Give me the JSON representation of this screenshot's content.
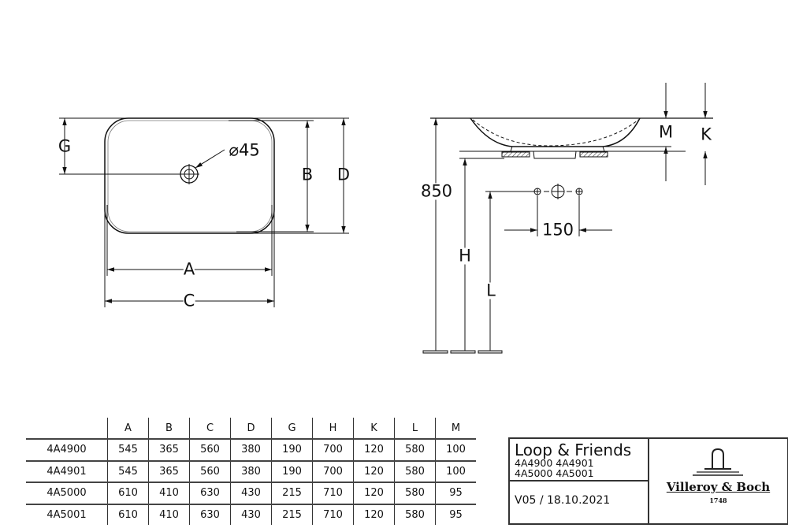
{
  "drawing": {
    "labels": {
      "G": "G",
      "B": "B",
      "D": "D",
      "A": "A",
      "C": "C",
      "diameter": "⌀45",
      "h850": "850",
      "H": "H",
      "L": "L",
      "d150": "150",
      "M": "M",
      "K": "K"
    }
  },
  "table": {
    "headers": [
      "",
      "A",
      "B",
      "C",
      "D",
      "G",
      "H",
      "K",
      "L",
      "M"
    ],
    "rows": [
      [
        "4A4900",
        "545",
        "365",
        "560",
        "380",
        "190",
        "700",
        "120",
        "580",
        "100"
      ],
      [
        "4A4901",
        "545",
        "365",
        "560",
        "380",
        "190",
        "700",
        "120",
        "580",
        "100"
      ],
      [
        "4A5000",
        "610",
        "410",
        "630",
        "430",
        "215",
        "710",
        "120",
        "580",
        "95"
      ],
      [
        "4A5001",
        "610",
        "410",
        "630",
        "430",
        "215",
        "710",
        "120",
        "580",
        "95"
      ]
    ]
  },
  "title_block": {
    "product": "Loop & Friends",
    "codes_line1": "4A4900 4A4901",
    "codes_line2": "4A5000 4A5001",
    "version": "V05 / 18.10.2021",
    "brand": "Villeroy & Boch",
    "year": "1748"
  }
}
